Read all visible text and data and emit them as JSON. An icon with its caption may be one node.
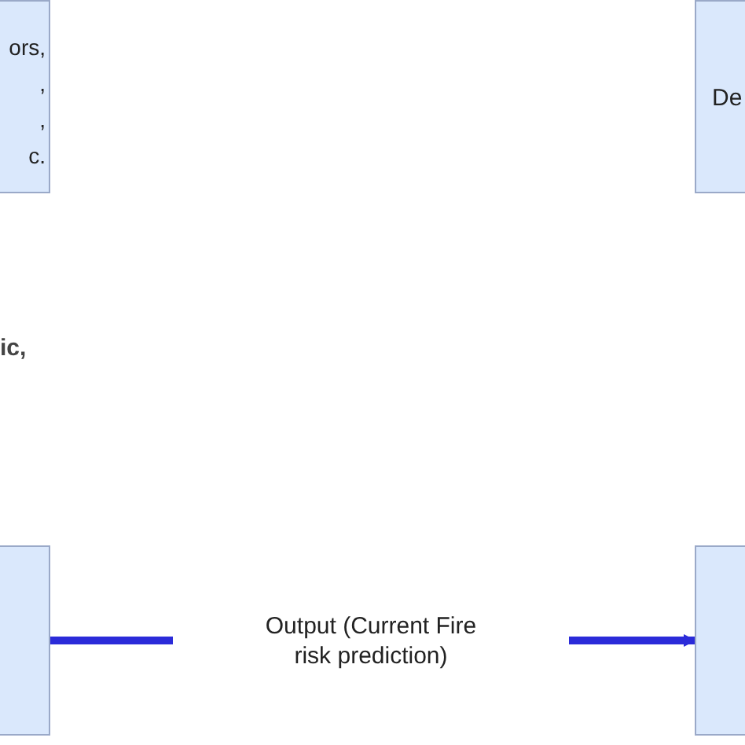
{
  "diagram": {
    "nodes": [
      {
        "text": [
          "ors, , , c."
        ]
      },
      {
        "text": [
          "De"
        ]
      },
      {
        "text": [],
        "shape": "box"
      },
      {
        "text": [],
        "shape": "box"
      }
    ],
    "edges": [
      {
        "from": 2,
        "to": 3,
        "arrow": "to",
        "label": "Output (Current Fire risk prediction)",
        "color": "#2b2bd9"
      }
    ],
    "labels": [
      "ic,"
    ]
  }
}
